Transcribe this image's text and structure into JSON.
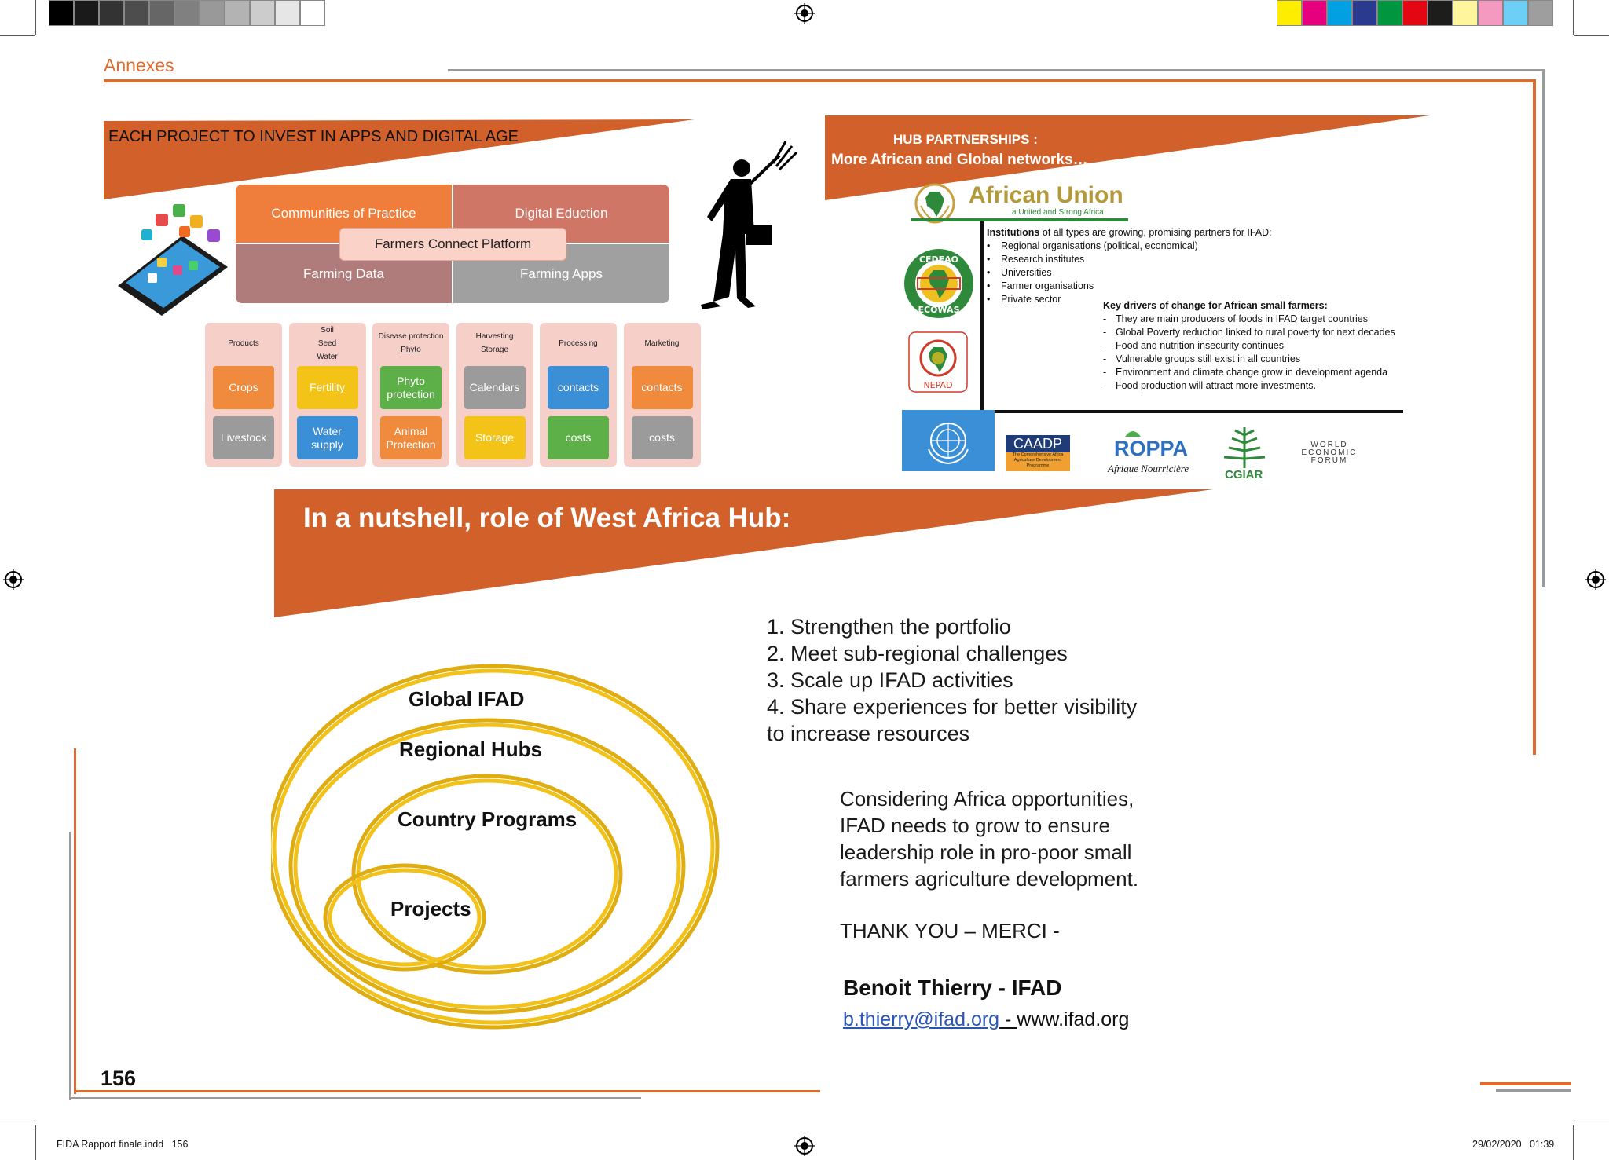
{
  "header": {
    "section_title": "Annexes"
  },
  "left_panel": {
    "banner_title": "EACH PROJECT TO INVEST IN APPS AND DIGITAL AGE",
    "quadrants": {
      "top_left": "Communities of Practice",
      "top_right": "Digital Eduction",
      "center": "Farmers Connect Platform",
      "bottom_left": "Farming Data",
      "bottom_right": "Farming Apps"
    },
    "columns": [
      {
        "header": [
          "Products"
        ],
        "tiles": [
          {
            "label": "Crops",
            "color": "#f08a3c"
          },
          {
            "label": "Livestock",
            "color": "#9b9b9b"
          }
        ]
      },
      {
        "header": [
          "Soil",
          "Seed",
          "Water"
        ],
        "tiles": [
          {
            "label": "Fertility",
            "color": "#f4c318"
          },
          {
            "label": "Water supply",
            "color": "#3b8fd6"
          }
        ]
      },
      {
        "header": [
          "Disease protection",
          "Phyto"
        ],
        "tiles": [
          {
            "label": "Phyto protection",
            "color": "#5db048"
          },
          {
            "label": "Animal Protection",
            "color": "#f08a3c"
          }
        ]
      },
      {
        "header": [
          "Harvesting",
          "Storage"
        ],
        "tiles": [
          {
            "label": "Calendars",
            "color": "#9b9b9b"
          },
          {
            "label": "Storage",
            "color": "#f4c318"
          }
        ]
      },
      {
        "header": [
          "Processing"
        ],
        "tiles": [
          {
            "label": "contacts",
            "color": "#3b8fd6"
          },
          {
            "label": "costs",
            "color": "#5db048"
          }
        ]
      },
      {
        "header": [
          "Marketing"
        ],
        "tiles": [
          {
            "label": "contacts",
            "color": "#f08a3c"
          },
          {
            "label": "costs",
            "color": "#9b9b9b"
          }
        ]
      }
    ]
  },
  "right_panel": {
    "banner_line1": "HUB PARTNERSHIPS :",
    "banner_line2": "More African and Global networks…",
    "au_title": "African Union",
    "au_tagline": "a United and Strong Africa",
    "ecowas_label": "ECOWAS",
    "cedeao_label": "CEDEAO",
    "nepad_label": "NEPAD",
    "institutions_intro_bold": "Institutions",
    "institutions_intro_rest": " of all types are growing, promising partners for IFAD:",
    "institutions": [
      "Regional organisations (political, economical)",
      "Research institutes",
      "Universities",
      "Farmer organisations",
      "Private sector"
    ],
    "drivers_title": "Key drivers of change for African small farmers:",
    "drivers": [
      "They are main producers of foods in IFAD target countries",
      "Global Poverty reduction linked to rural poverty for next decades",
      "Food and nutrition insecurity continues",
      "Vulnerable groups still exist in all countries",
      "Environment and climate change grow in development agenda",
      "Food production will attract more investments."
    ],
    "logos": {
      "caadp": "CAADP",
      "caadp_sub": "The Comprehensive Africa Agriculture Development Programme",
      "roppa": "ROPPA",
      "roppa_sub": "Afrique Nourricière",
      "cgiar": "CGIAR",
      "wef": [
        "WORLD",
        "ECONOMIC",
        "FORUM"
      ]
    }
  },
  "bottom_panel": {
    "banner_title": "In a nutshell, role of West Africa Hub:",
    "circles": [
      "Global IFAD",
      "Regional Hubs",
      "Country Programs",
      "Projects"
    ],
    "list": [
      "1.  Strengthen the portfolio",
      "2.  Meet sub-regional challenges",
      "3.  Scale up IFAD activities",
      "4.  Share experiences  for better visibility"
    ],
    "list_continuation": "to increase resources",
    "paragraph": [
      "Considering Africa opportunities,",
      "IFAD  needs to grow to ensure",
      "leadership role in pro-poor small",
      "farmers agriculture development."
    ],
    "thanks": "THANK YOU – MERCI -",
    "author": "Benoit Thierry - IFAD",
    "email": "b.thierry@ifad.org",
    "separator": " - ",
    "website": "www.ifad.org"
  },
  "page_number": "156",
  "footer": {
    "file": "FIDA Rapport finale.indd   156",
    "timestamp": "29/02/2020   01:39"
  },
  "colors": {
    "accent_orange": "#e06b2d",
    "banner_orange": "#d2602a",
    "ring_yellow": "#f2c21a"
  },
  "swatches_left": [
    "#000000",
    "#1a1a1a",
    "#333333",
    "#4d4d4d",
    "#666666",
    "#808080",
    "#999999",
    "#b3b3b3",
    "#cccccc",
    "#e6e6e6",
    "#ffffff"
  ],
  "swatches_right": [
    "#ffed00",
    "#e6007e",
    "#00a0e3",
    "#2a3a8f",
    "#009640",
    "#e30613",
    "#1d1d1b",
    "#fff59d",
    "#f49ac1",
    "#6dcff6",
    "#9e9e9e"
  ]
}
